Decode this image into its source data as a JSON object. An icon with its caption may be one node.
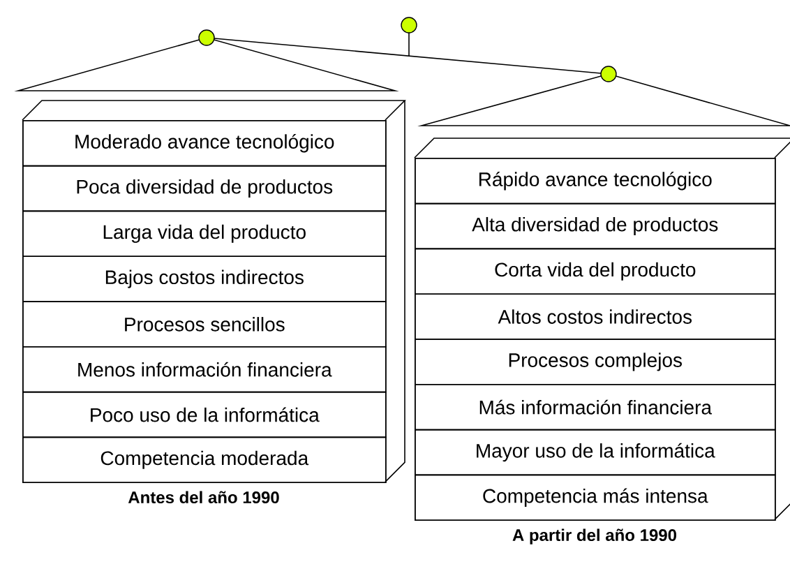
{
  "diagram": {
    "nodes": [
      {
        "text": [],
        "shape": "box",
        "beside": [
          "Antes del año 1990"
        ]
      },
      {
        "text": [
          "Moderado avance tecnológico"
        ],
        "in": 0
      },
      {
        "text": [
          "Poca diversidad de productos"
        ],
        "in": 0
      },
      {
        "text": [
          "Larga vida del producto"
        ],
        "in": 0
      },
      {
        "text": [
          "Bajos costos indirectos"
        ],
        "in": 0
      },
      {
        "text": [
          "Procesos sencillos"
        ],
        "in": 0
      },
      {
        "text": [
          "Menos información financiera"
        ],
        "in": 0
      },
      {
        "text": [
          "Poco uso de la informática"
        ],
        "in": 0
      },
      {
        "text": [
          "Competencia moderada"
        ],
        "in": 0
      },
      {
        "text": [],
        "shape": "box",
        "beside": [
          "A partir del año 1990"
        ]
      },
      {
        "text": [
          "Rápido avance tecnológico"
        ],
        "in": 9
      },
      {
        "text": [
          "Alta diversidad de productos"
        ],
        "in": 9
      },
      {
        "text": [
          "Corta vida del producto"
        ],
        "in": 9
      },
      {
        "text": [
          "Altos costos indirectos"
        ],
        "in": 9
      },
      {
        "text": [
          "Procesos complejos"
        ],
        "in": 9
      },
      {
        "text": [
          "Más información financiera"
        ],
        "in": 9
      },
      {
        "text": [
          "Mayor uso de la informática"
        ],
        "in": 9
      },
      {
        "text": [
          "Competencia más intensa"
        ],
        "in": 9
      }
    ]
  }
}
